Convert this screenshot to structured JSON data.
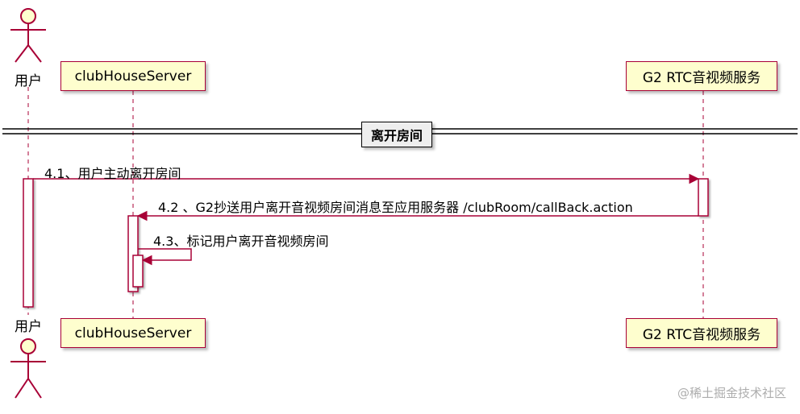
{
  "diagram": {
    "actor": {
      "label": "用户"
    },
    "participants": [
      {
        "label": "clubHouseServer"
      },
      {
        "label": "G2 RTC音视频服务"
      }
    ],
    "divider": {
      "label": "离开房间"
    },
    "messages": [
      {
        "label": "4.1、用户主动离开房间"
      },
      {
        "label": "4.2 、G2抄送用户离开音视频房间消息至应用服务器 /clubRoom/callBack.action"
      },
      {
        "label": "4.3、标记用户离开音视频房间"
      }
    ],
    "watermark": "@稀土掘金技术社区",
    "colors": {
      "participant_fill": "#FEFECE",
      "participant_border": "#A80036",
      "arrow": "#A80036",
      "divider_fill": "#EEEEEE",
      "watermark": "#ADADAD"
    }
  }
}
